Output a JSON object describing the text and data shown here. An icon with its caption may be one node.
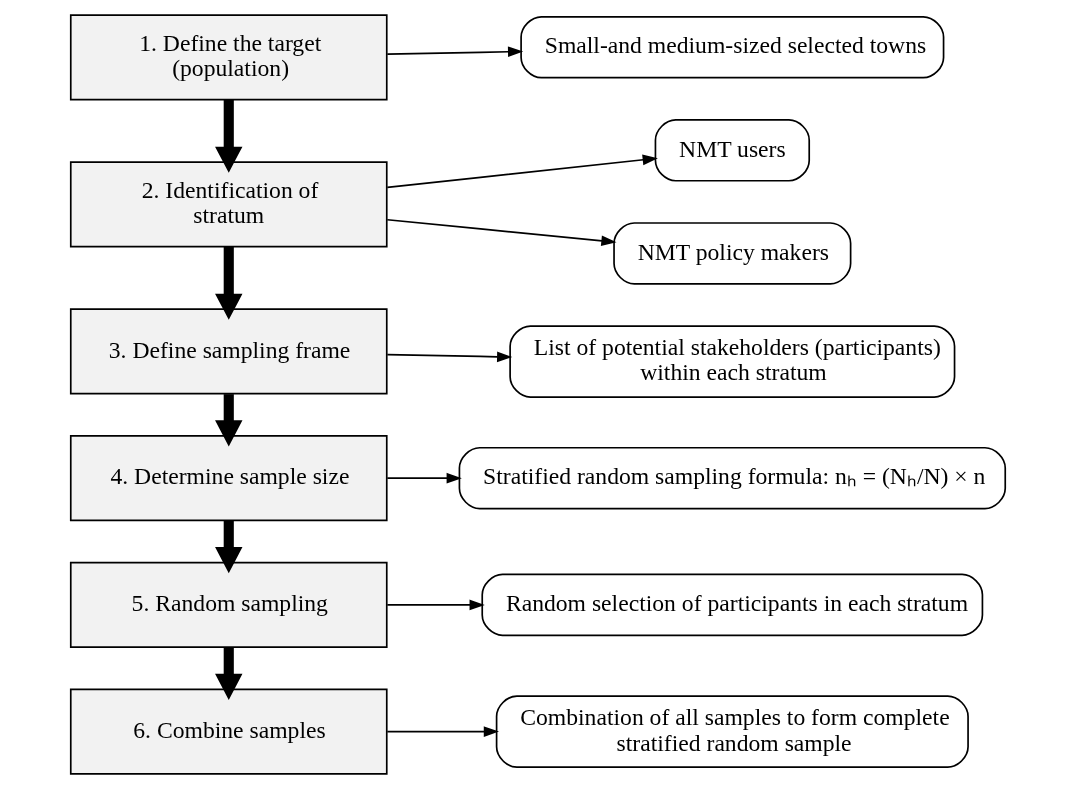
{
  "diagram": {
    "nodes": [
      {
        "text": [
          "1. Define the target (population)"
        ]
      },
      {
        "text": [
          "Small-and medium-sized selected towns"
        ]
      },
      {
        "text": [
          "2. Identification of stratum"
        ]
      },
      {
        "text": [
          "NMT users"
        ]
      },
      {
        "text": [
          "NMT policy makers"
        ]
      },
      {
        "text": [
          "3. Define sampling frame"
        ]
      },
      {
        "text": [
          "List of potential stakeholders (participants) within each stratum"
        ]
      },
      {
        "text": [
          "4. Determine sample size"
        ]
      },
      {
        "text": [
          "Stratified random sampling formula: nₕ = (Nₕ/N) × n"
        ]
      },
      {
        "text": [
          "5. Random sampling"
        ]
      },
      {
        "text": [
          "Random selection of participants in each stratum"
        ]
      },
      {
        "text": [
          "6. Combine samples"
        ]
      },
      {
        "text": [
          "Combination of all samples to form complete stratified random sample"
        ]
      }
    ],
    "edges": [
      {
        "from": 0,
        "to": 1,
        "arrow": "to"
      },
      {
        "from": 0,
        "to": 2,
        "arrow": "to",
        "style": "thick"
      },
      {
        "from": 2,
        "to": 3,
        "arrow": "to"
      },
      {
        "from": 2,
        "to": 4,
        "arrow": "to"
      },
      {
        "from": 2,
        "to": 5,
        "arrow": "to",
        "style": "thick"
      },
      {
        "from": 5,
        "to": 6,
        "arrow": "to"
      },
      {
        "from": 5,
        "to": 7,
        "arrow": "to",
        "style": "thick"
      },
      {
        "from": 7,
        "to": 8,
        "arrow": "to"
      },
      {
        "from": 7,
        "to": 9,
        "arrow": "to",
        "style": "thick"
      },
      {
        "from": 9,
        "to": 10,
        "arrow": "to"
      },
      {
        "from": 9,
        "to": 11,
        "arrow": "to",
        "style": "thick"
      },
      {
        "from": 11,
        "to": 12,
        "arrow": "to"
      }
    ]
  }
}
